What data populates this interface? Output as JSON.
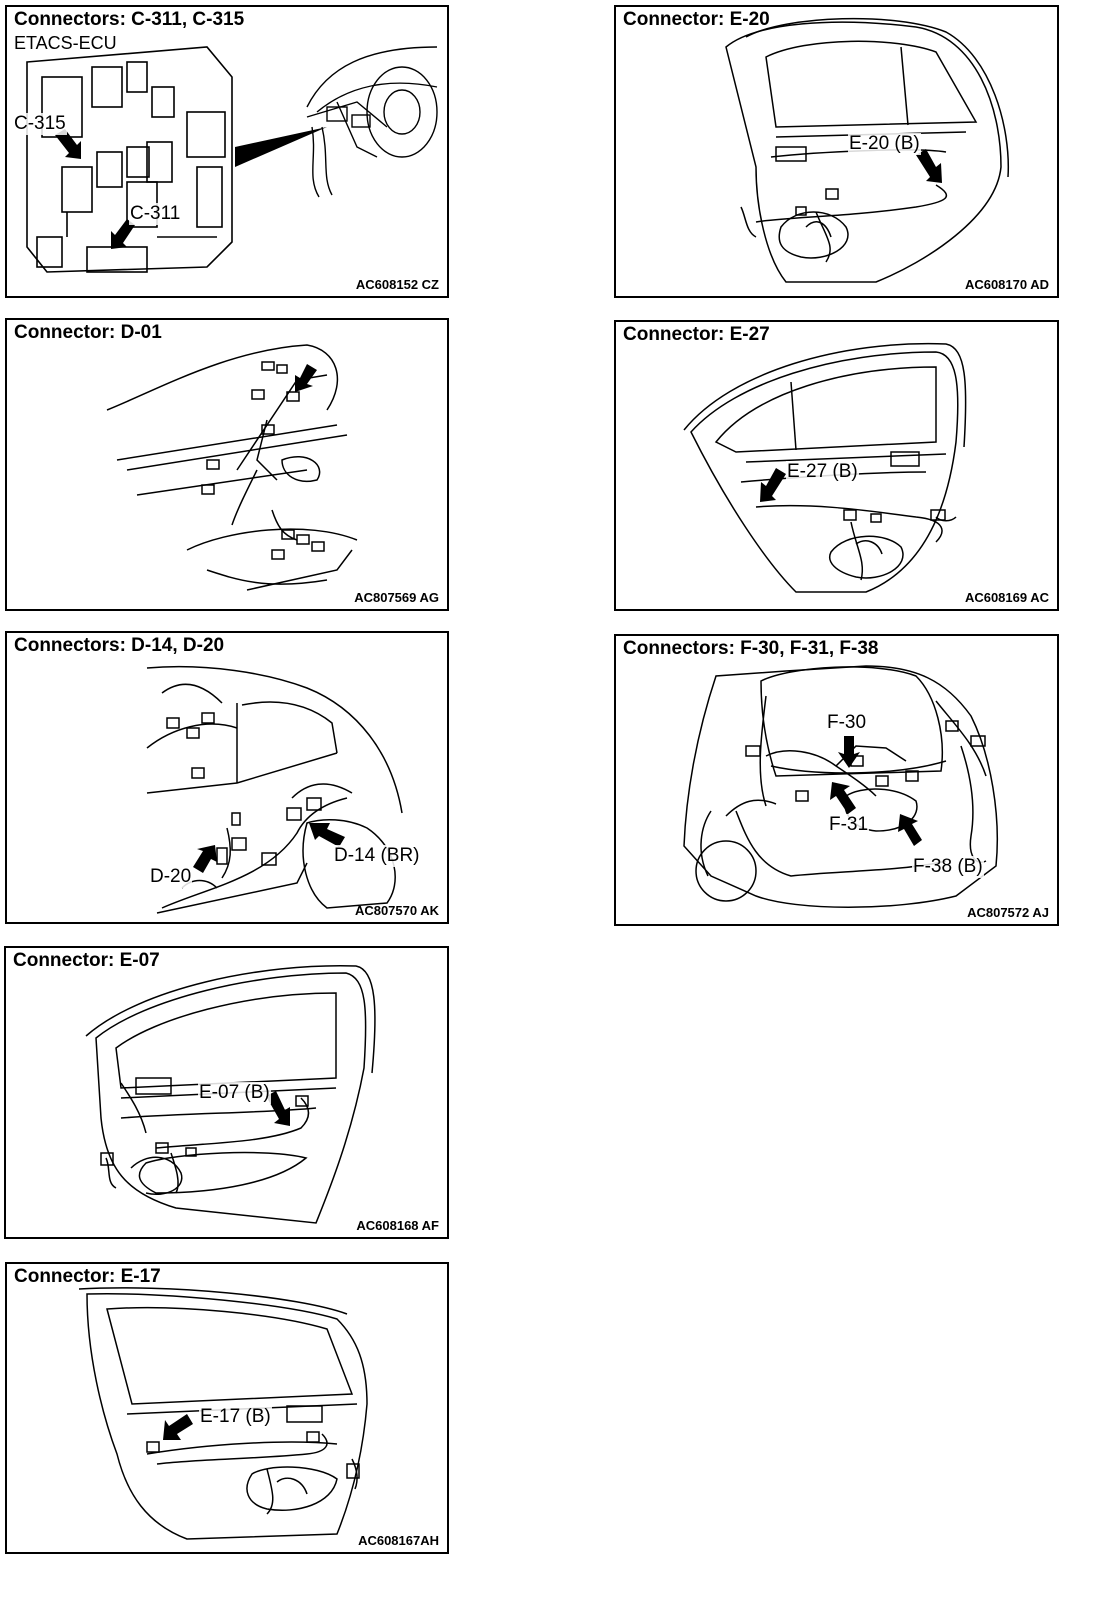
{
  "panels": {
    "c311": {
      "title": "Connectors: C-311, C-315",
      "subtitle": "ETACS-ECU",
      "ref": "AC608152 CZ",
      "callouts": [
        "C-315",
        "C-311"
      ]
    },
    "e20": {
      "title": "Connector: E-20",
      "ref": "AC608170 AD",
      "callouts": [
        "E-20 (B)"
      ]
    },
    "d01": {
      "title": "Connector: D-01",
      "ref": "AC807569 AG"
    },
    "e27": {
      "title": "Connector: E-27",
      "ref": "AC608169 AC",
      "callouts": [
        "E-27 (B)"
      ]
    },
    "d14": {
      "title": "Connectors: D-14, D-20",
      "ref": "AC807570 AK",
      "callouts": [
        "D-20",
        "D-14 (BR)"
      ]
    },
    "f30": {
      "title": "Connectors: F-30, F-31, F-38",
      "ref": "AC807572 AJ",
      "callouts": [
        "F-30",
        "F-31",
        "F-38 (B)"
      ]
    },
    "e07": {
      "title": "Connector: E-07",
      "ref": "AC608168 AF",
      "callouts": [
        "E-07 (B)"
      ]
    },
    "e17": {
      "title": "Connector: E-17",
      "ref": "AC608167AH",
      "callouts": [
        "E-17 (B)"
      ]
    }
  }
}
